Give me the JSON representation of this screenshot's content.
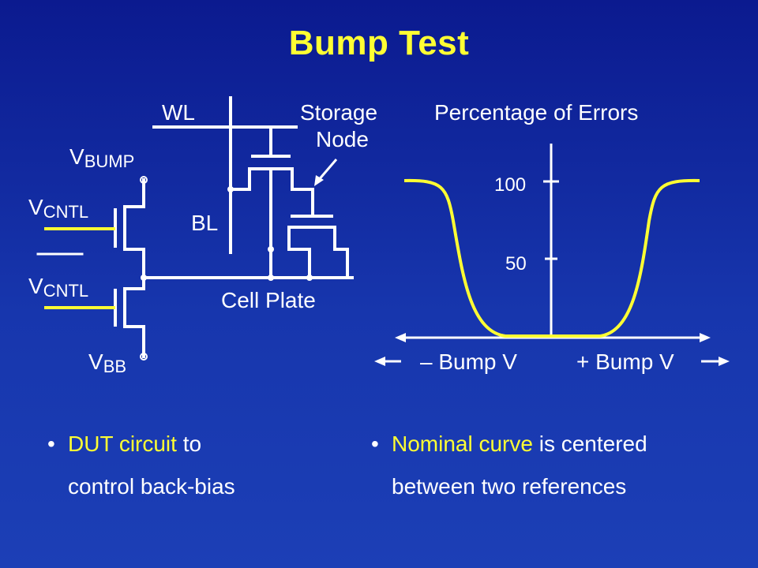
{
  "slide": {
    "title": "Bump Test"
  },
  "circuit": {
    "label_wl": "WL",
    "label_storage_node_line1": "Storage",
    "label_storage_node_line2": "Node",
    "label_vbump_main": "V",
    "label_vbump_sub": "BUMP",
    "label_vcntl_main": "V",
    "label_vcntl_sub": "CNTL",
    "label_vcntl_bar_main": "V",
    "label_vcntl_bar_sub": "CNTL",
    "label_vbb_main": "V",
    "label_vbb_sub": "BB",
    "label_bl": "BL",
    "label_cell_plate": "Cell Plate"
  },
  "plot": {
    "title": "Percentage of Errors",
    "y_tick_100": "100",
    "y_tick_50": "50",
    "x_label_left": "– Bump V",
    "x_label_right": "+ Bump V",
    "curve_color": "#ffff33"
  },
  "bullets": {
    "left_highlight": "DUT circuit",
    "left_rest_line1": " to",
    "left_line2": "control back-bias",
    "right_highlight": "Nominal curve",
    "right_rest_line1": " is centered",
    "right_line2": "between two references",
    "bullet_glyph": "•"
  },
  "colors": {
    "title": "#ffff33",
    "highlight": "#ffff33",
    "text": "#ffffff",
    "background_top": "#0b1a8f",
    "background_bottom": "#1c3fb6"
  }
}
